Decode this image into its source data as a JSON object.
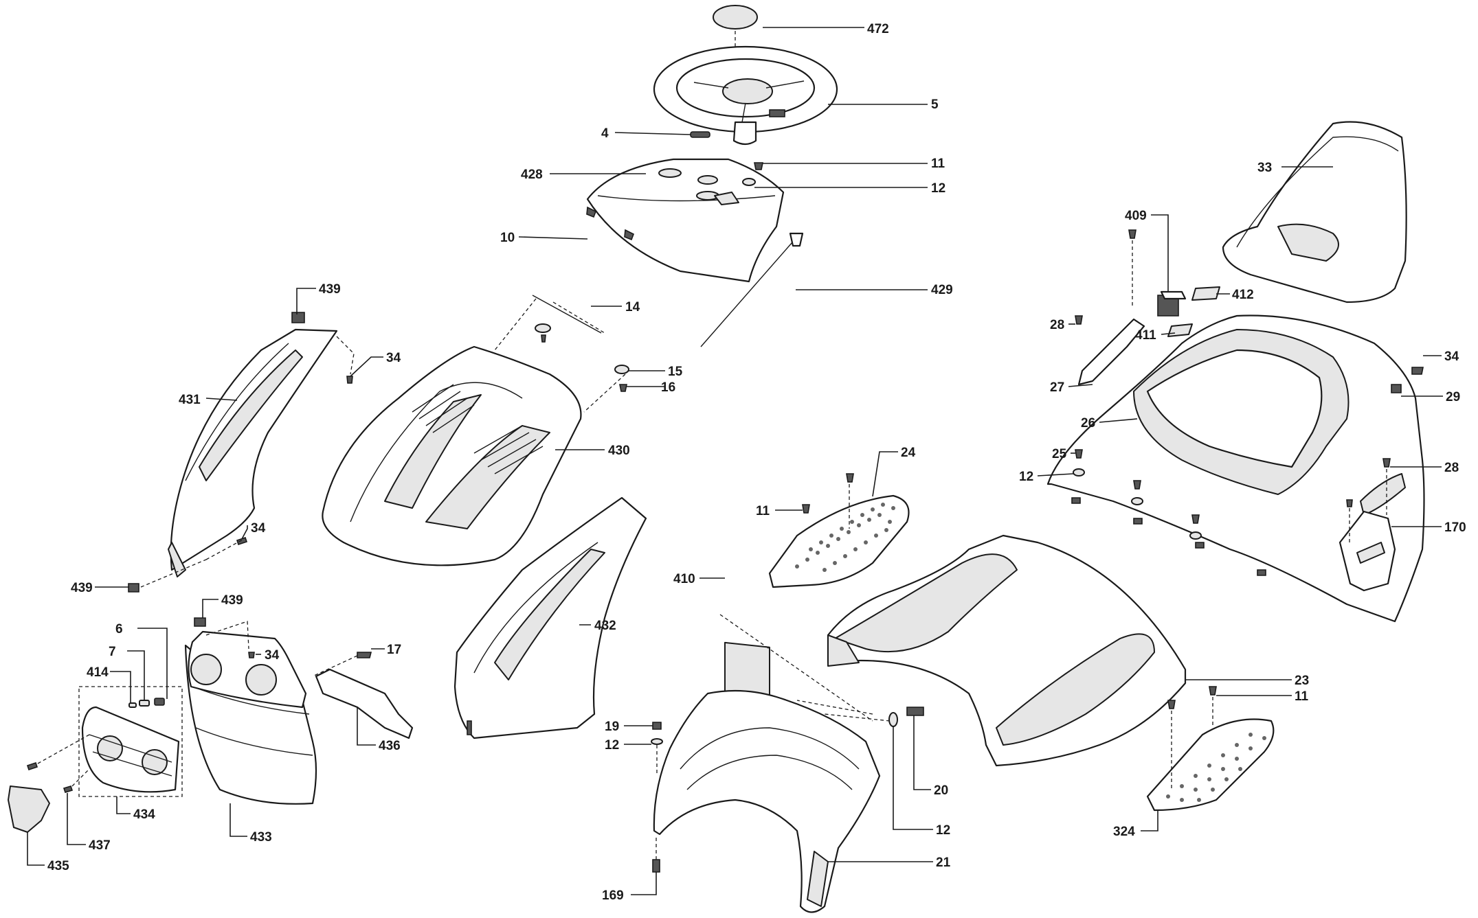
{
  "diagram": {
    "callouts": [
      {
        "id": "472",
        "text": "472"
      },
      {
        "id": "5",
        "text": "5"
      },
      {
        "id": "4",
        "text": "4"
      },
      {
        "id": "11-top",
        "text": "11"
      },
      {
        "id": "12-top",
        "text": "12"
      },
      {
        "id": "428",
        "text": "428"
      },
      {
        "id": "10",
        "text": "10"
      },
      {
        "id": "429",
        "text": "429"
      },
      {
        "id": "14",
        "text": "14"
      },
      {
        "id": "15",
        "text": "15"
      },
      {
        "id": "16",
        "text": "16"
      },
      {
        "id": "430",
        "text": "430"
      },
      {
        "id": "439-a",
        "text": "439"
      },
      {
        "id": "34-a",
        "text": "34"
      },
      {
        "id": "431",
        "text": "431"
      },
      {
        "id": "34-b",
        "text": "34"
      },
      {
        "id": "439-b",
        "text": "439"
      },
      {
        "id": "439-c",
        "text": "439"
      },
      {
        "id": "6",
        "text": "6"
      },
      {
        "id": "7",
        "text": "7"
      },
      {
        "id": "414",
        "text": "414"
      },
      {
        "id": "34-c",
        "text": "34"
      },
      {
        "id": "17",
        "text": "17"
      },
      {
        "id": "436",
        "text": "436"
      },
      {
        "id": "432",
        "text": "432"
      },
      {
        "id": "434",
        "text": "434"
      },
      {
        "id": "433",
        "text": "433"
      },
      {
        "id": "437",
        "text": "437"
      },
      {
        "id": "435",
        "text": "435"
      },
      {
        "id": "33",
        "text": "33"
      },
      {
        "id": "409",
        "text": "409"
      },
      {
        "id": "412",
        "text": "412"
      },
      {
        "id": "411",
        "text": "411"
      },
      {
        "id": "28-a",
        "text": "28"
      },
      {
        "id": "27",
        "text": "27"
      },
      {
        "id": "26",
        "text": "26"
      },
      {
        "id": "34-d",
        "text": "34"
      },
      {
        "id": "29",
        "text": "29"
      },
      {
        "id": "25",
        "text": "25"
      },
      {
        "id": "12-mid",
        "text": "12"
      },
      {
        "id": "28-b",
        "text": "28"
      },
      {
        "id": "170",
        "text": "170"
      },
      {
        "id": "24",
        "text": "24"
      },
      {
        "id": "11-mid",
        "text": "11"
      },
      {
        "id": "410",
        "text": "410"
      },
      {
        "id": "23",
        "text": "23"
      },
      {
        "id": "11-right",
        "text": "11"
      },
      {
        "id": "19",
        "text": "19"
      },
      {
        "id": "12-left",
        "text": "12"
      },
      {
        "id": "20",
        "text": "20"
      },
      {
        "id": "12-bottom",
        "text": "12"
      },
      {
        "id": "21",
        "text": "21"
      },
      {
        "id": "169",
        "text": "169"
      },
      {
        "id": "324",
        "text": "324"
      }
    ]
  }
}
